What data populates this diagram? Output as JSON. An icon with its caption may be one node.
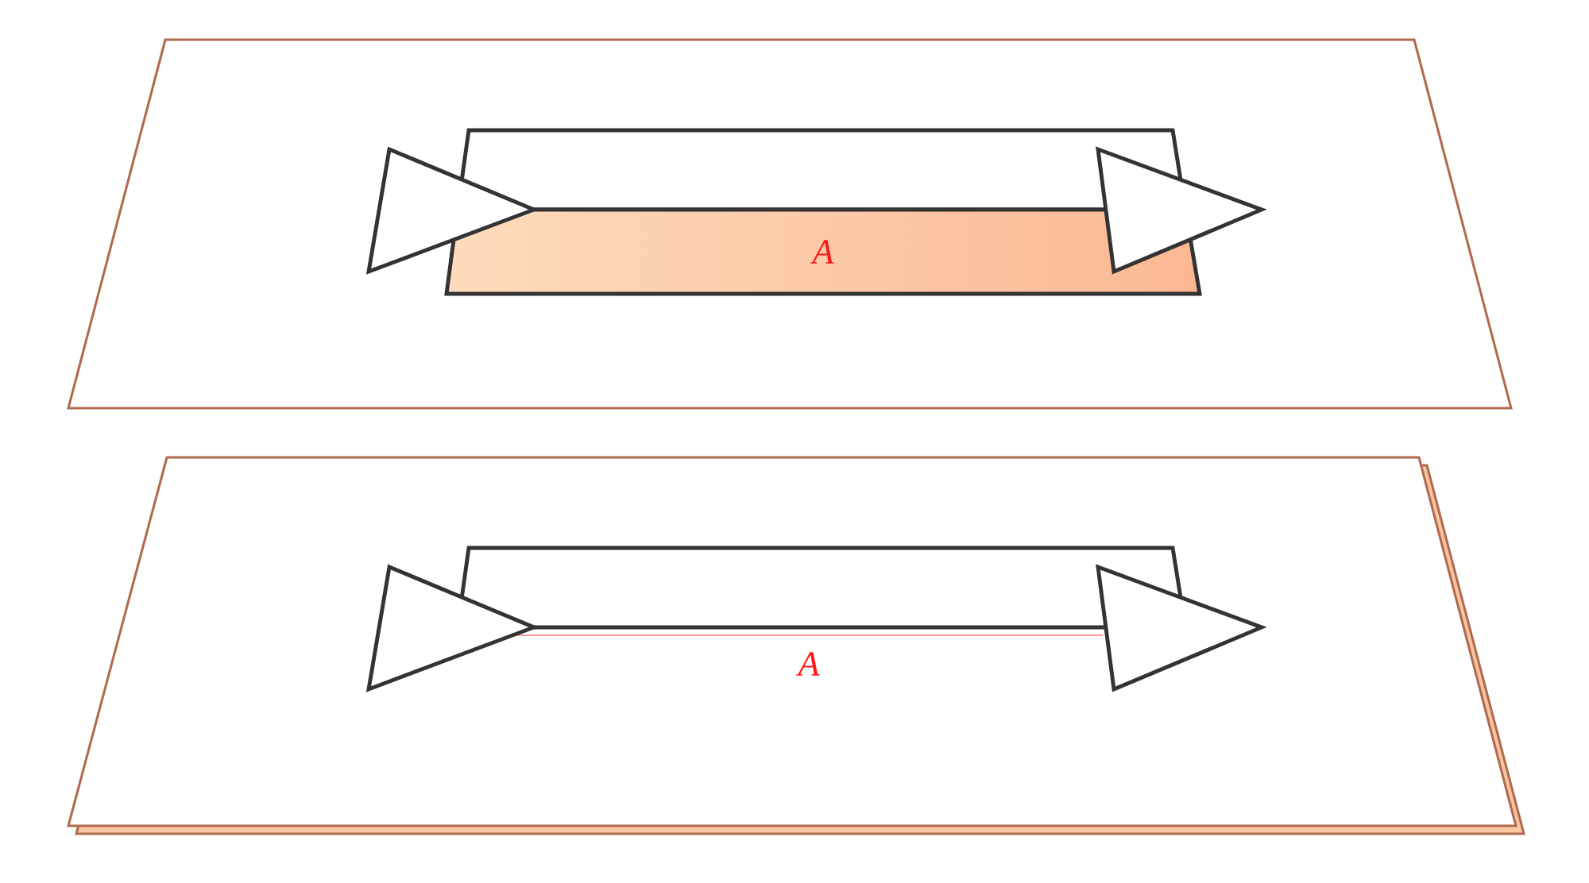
{
  "diagram": {
    "nodes": [
      {
        "text": [],
        "shape": "trapezoid"
      },
      {
        "text": [
          "A"
        ],
        "in": 0
      },
      {
        "text": [],
        "shape": "triangle",
        "in": 0
      },
      {
        "text": [],
        "shape": "triangle",
        "in": 0
      },
      {
        "text": [
          "A"
        ]
      },
      {
        "text": [],
        "shape": "triangle",
        "in": 4
      },
      {
        "text": [],
        "shape": "triangle",
        "in": 4
      }
    ]
  }
}
